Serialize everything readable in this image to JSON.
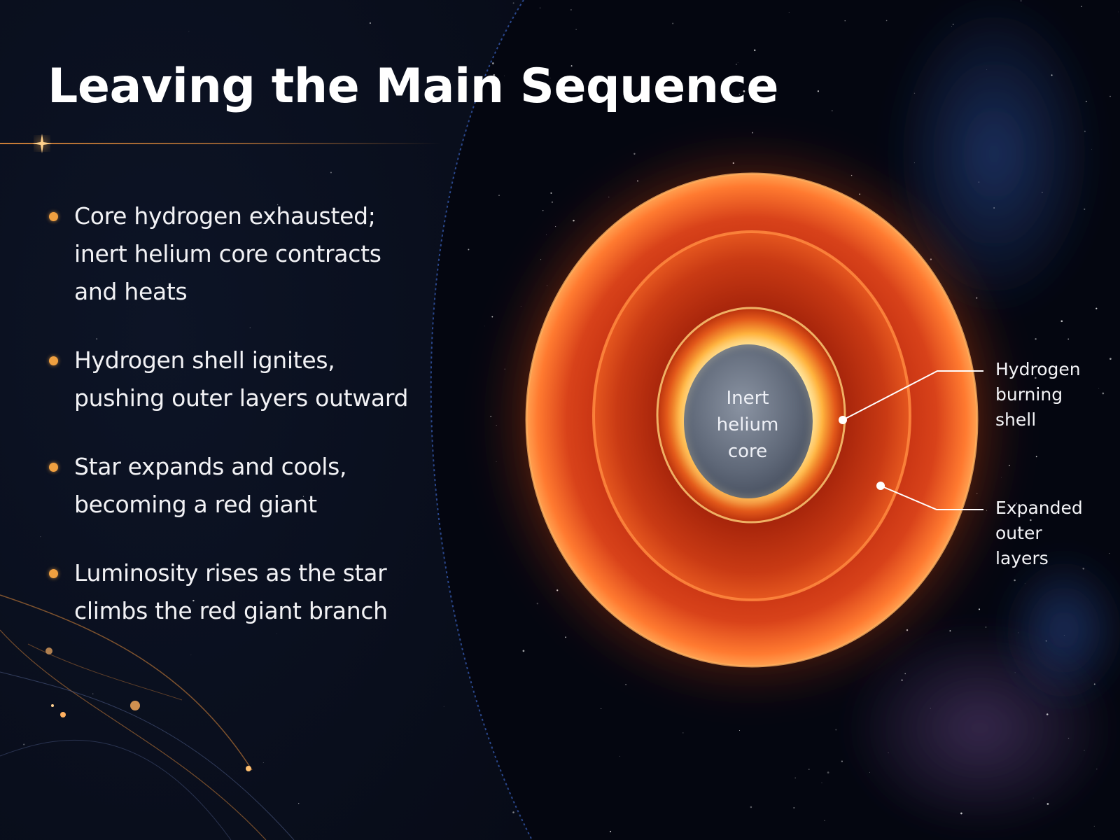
{
  "title": "Leaving the Main Sequence",
  "bullets": [
    {
      "lines": [
        "Core hydrogen exhausted;",
        "inert helium core contracts",
        "and heats"
      ]
    },
    {
      "lines": [
        "Hydrogen shell ignites,",
        "pushing outer layers outward"
      ]
    },
    {
      "lines": [
        "Star expands and cools,",
        "becoming a red giant"
      ]
    },
    {
      "lines": [
        "Luminosity rises as the star",
        "climbs the red giant branch"
      ]
    }
  ],
  "diagram": {
    "core_label": [
      "Inert",
      "helium",
      "core"
    ],
    "shell_label": [
      "Hydrogen",
      "burning",
      "shell"
    ],
    "outer_label": [
      "Expanded",
      "outer",
      "layers"
    ]
  },
  "colors": {
    "background": "#05070f",
    "bullet": "#f0a040",
    "accent_line": "#e08a3a",
    "outer_layer": "#e2461a",
    "shell": "#ffb54a",
    "core": "#6c7584"
  }
}
